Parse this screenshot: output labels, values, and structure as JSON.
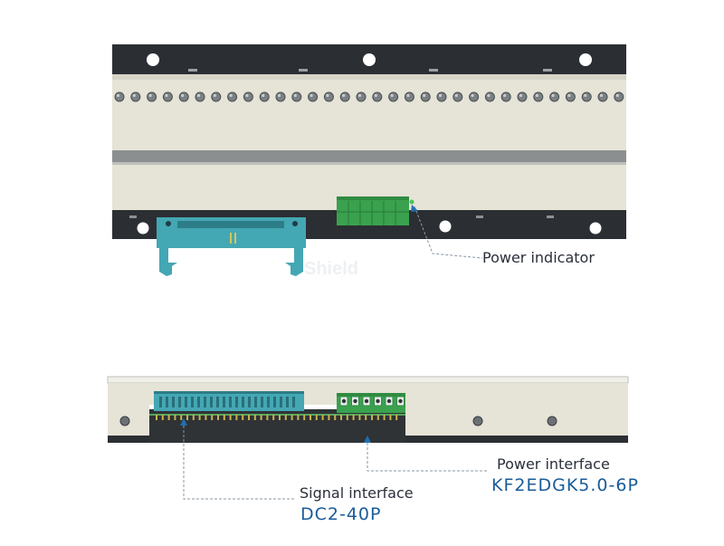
{
  "diagram": {
    "labels": {
      "power_indicator": "Power indicator",
      "power_interface": "Power interface",
      "power_interface_model": "KF2EDGK5.0-6P",
      "signal_interface": "Signal interface",
      "signal_interface_model": "DC2-40P"
    },
    "watermark": "Shield"
  },
  "colors": {
    "frame_dark": "#2b2f33",
    "body_beige": "#e6e3d7",
    "connector_teal": "#44a7b4",
    "terminal_green": "#3aa14e",
    "leader_blue": "#1f6fb3",
    "label_blue": "#1a5c9a",
    "label_dark": "#2a2f3a"
  }
}
